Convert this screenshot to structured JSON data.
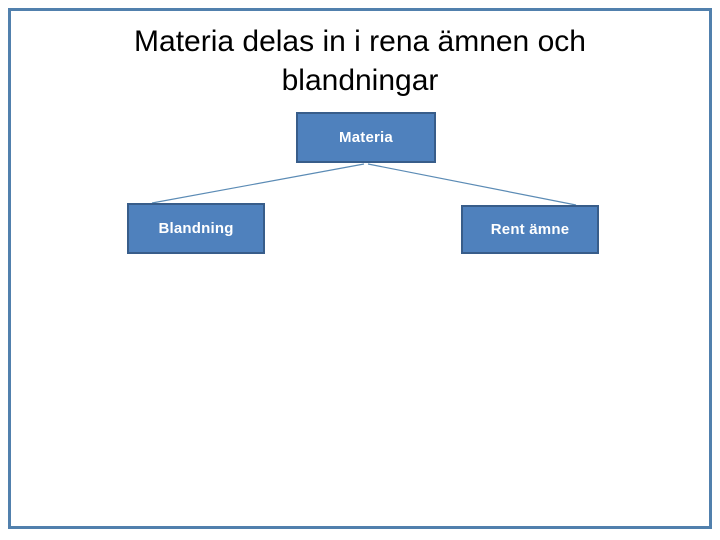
{
  "slide": {
    "title": "Materia delas in i rena ämnen och\nblandningar",
    "background_color": "#ffffff",
    "frame_color": "#5180ad"
  },
  "diagram": {
    "type": "hierarchy",
    "node_fill_color": "#4f81bd",
    "node_border_color": "#385d8a",
    "node_text_color": "#ffffff",
    "connector_color": "#5b8bb5",
    "nodes": [
      {
        "id": "materia",
        "label": "Materia",
        "level": 0
      },
      {
        "id": "blandning",
        "label": "Blandning",
        "level": 1
      },
      {
        "id": "rent-amne",
        "label": "Rent ämne",
        "level": 1
      }
    ],
    "edges": [
      {
        "from": "materia",
        "to": "blandning"
      },
      {
        "from": "materia",
        "to": "rent-amne"
      }
    ]
  }
}
